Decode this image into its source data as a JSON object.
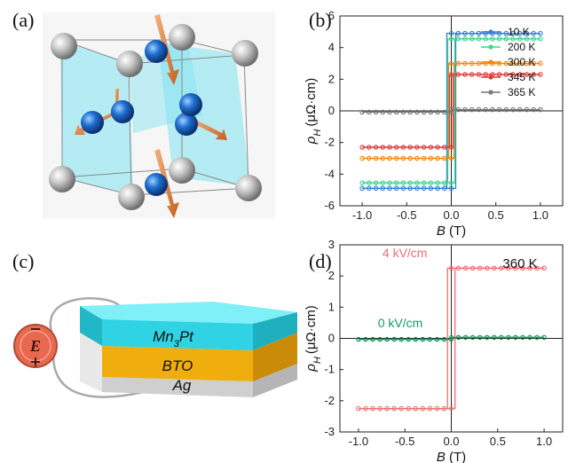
{
  "panels": {
    "a": "(a)",
    "b": "(b)",
    "c": "(c)",
    "d": "(d)"
  },
  "device": {
    "layers": [
      "Mn",
      "BTO",
      "Ag"
    ],
    "mn_sub": "3",
    "mn_tail": "Pt",
    "field_symbol": "E",
    "colors": {
      "mnpt": "#2fd3e3",
      "bto": "#f0ad0e",
      "ag": "#dcdcdc",
      "field": "#e8694f"
    }
  },
  "chart_data": [
    {
      "id": "b",
      "type": "line",
      "title": "",
      "xlabel_var": "B",
      "xlabel_unit": "(T)",
      "ylabel_var": "ρ",
      "ylabel_sub": "H",
      "ylabel_unit": "(μΩ·cm)",
      "xlim": [
        -1.25,
        1.25
      ],
      "ylim": [
        -6,
        6
      ],
      "xticks": [
        "-1.0",
        "-0.5",
        "0.0",
        "0.5",
        "1.0"
      ],
      "yticks": [
        "-6",
        "-4",
        "-2",
        "0",
        "2",
        "4",
        "6"
      ],
      "legend_position": "top-right",
      "series": [
        {
          "name": "10 K",
          "color": "#2f7fd6",
          "sat": 4.9,
          "coercive": 0.05
        },
        {
          "name": "200 K",
          "color": "#3dd68c",
          "sat": 4.55,
          "coercive": 0.04
        },
        {
          "name": "300 K",
          "color": "#ef8a12",
          "sat": 3.0,
          "coercive": 0.03
        },
        {
          "name": "345 K",
          "color": "#e03a3a",
          "sat": 2.3,
          "coercive": 0.02
        },
        {
          "name": "365 K",
          "color": "#777777",
          "sat": 0.08,
          "coercive": 0.0
        }
      ]
    },
    {
      "id": "d",
      "type": "line",
      "title": "",
      "annotation": "360 K",
      "xlabel_var": "B",
      "xlabel_unit": "(T)",
      "ylabel_var": "ρ",
      "ylabel_sub": "H",
      "ylabel_unit": "(μΩ·cm)",
      "xlim": [
        -1.2,
        1.2
      ],
      "ylim": [
        -3,
        3
      ],
      "xticks": [
        "-1.0",
        "-0.5",
        "0.0",
        "0.5",
        "1.0"
      ],
      "yticks": [
        "-3",
        "-2",
        "-1",
        "0",
        "1",
        "2",
        "3"
      ],
      "series": [
        {
          "name": "4 kV/cm",
          "color": "#ef6f6f",
          "sat": 2.25,
          "coercive": 0.04
        },
        {
          "name": "0 kV/cm",
          "color": "#159a63",
          "sat": 0.03,
          "coercive": 0.0
        }
      ]
    }
  ]
}
